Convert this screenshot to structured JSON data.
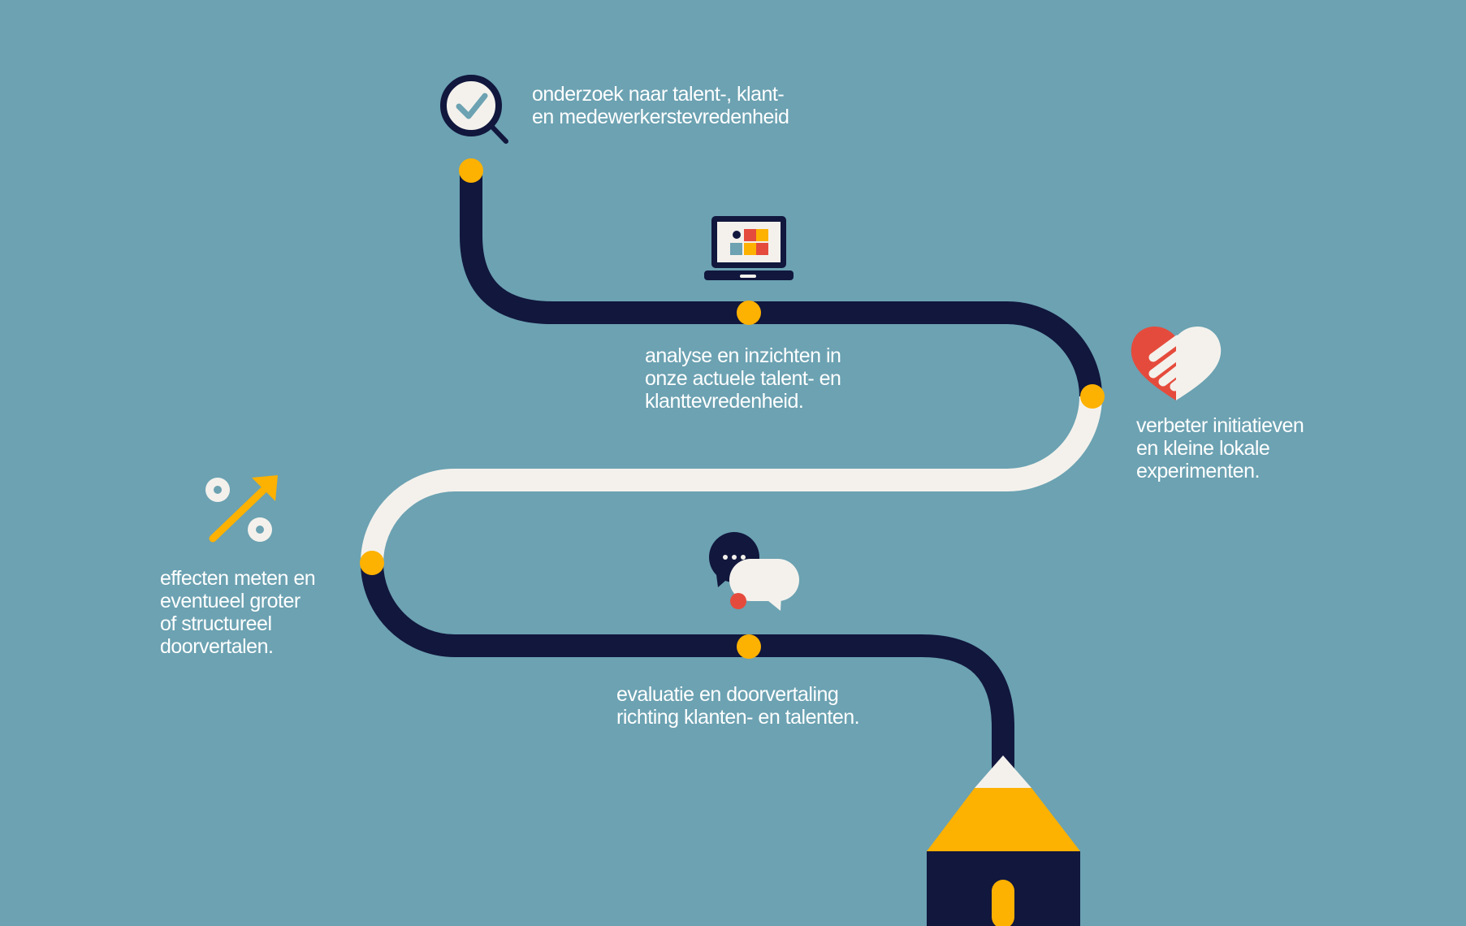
{
  "colors": {
    "background": "#6ca2b2",
    "navy": "#11173d",
    "cream": "#f4f1ec",
    "yellow": "#fdb100",
    "red": "#e54b3c",
    "teal": "#6ca2b2"
  },
  "steps": [
    {
      "icon": "magnifier-check-icon",
      "lines": [
        "onderzoek naar talent-, klant-",
        "en medewerkerstevredenheid"
      ]
    },
    {
      "icon": "laptop-chart-icon",
      "lines": [
        "analyse en inzichten in",
        "onze actuele talent- en",
        "klanttevredenheid."
      ]
    },
    {
      "icon": "heart-handshake-icon",
      "lines": [
        "verbeter initiatieven",
        "en kleine lokale",
        "experimenten."
      ]
    },
    {
      "icon": "percent-growth-icon",
      "lines": [
        "effecten meten en",
        "eventueel groter",
        "of structureel",
        "doorvertalen."
      ]
    },
    {
      "icon": "chat-bubbles-icon",
      "lines": [
        "evaluatie en doorvertaling",
        "richting klanten- en talenten."
      ]
    }
  ]
}
